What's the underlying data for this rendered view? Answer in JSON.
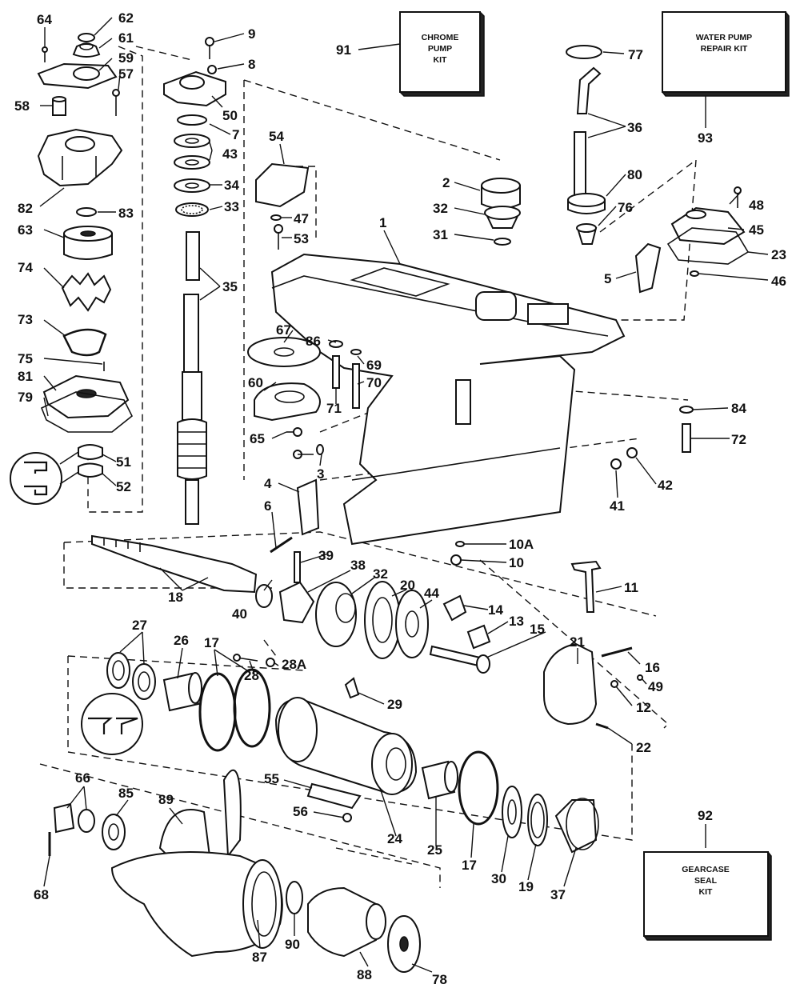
{
  "kits": {
    "chrome_pump": {
      "label_line1": "CHROME",
      "label_line2": "PUMP",
      "label_line3": "KIT",
      "number": "91"
    },
    "water_pump_repair": {
      "label_line1": "WATER PUMP",
      "label_line2": "REPAIR KIT",
      "number": "93"
    },
    "gearcase_seal": {
      "label_line1": "GEARCASE",
      "label_line2": "SEAL",
      "label_line3": "KIT",
      "number": "92"
    }
  },
  "callouts": {
    "c1": "1",
    "c2": "2",
    "c3": "3",
    "c4": "4",
    "c5": "5",
    "c6": "6",
    "c7": "7",
    "c8": "8",
    "c9": "9",
    "c10": "10",
    "c10a": "10A",
    "c11": "11",
    "c12": "12",
    "c13": "13",
    "c14": "14",
    "c15": "15",
    "c16": "16",
    "c17a": "17",
    "c17b": "17",
    "c18": "18",
    "c19": "19",
    "c20": "20",
    "c21": "21",
    "c22": "22",
    "c23": "23",
    "c24": "24",
    "c25": "25",
    "c26": "26",
    "c27": "27",
    "c28": "28",
    "c28a": "28A",
    "c29": "29",
    "c30": "30",
    "c31": "31",
    "c32a": "32",
    "c32b": "32",
    "c33": "33",
    "c34": "34",
    "c35": "35",
    "c36": "36",
    "c37": "37",
    "c38": "38",
    "c39": "39",
    "c40": "40",
    "c41": "41",
    "c42": "42",
    "c43": "43",
    "c44": "44",
    "c45": "45",
    "c46": "46",
    "c47": "47",
    "c48": "48",
    "c49": "49",
    "c50": "50",
    "c51": "51",
    "c52": "52",
    "c53": "53",
    "c54": "54",
    "c55": "55",
    "c56": "56",
    "c57": "57",
    "c58": "58",
    "c59": "59",
    "c60": "60",
    "c61": "61",
    "c62": "62",
    "c63": "63",
    "c64": "64",
    "c65": "65",
    "c66": "66",
    "c67": "67",
    "c68": "68",
    "c69": "69",
    "c70": "70",
    "c71": "71",
    "c72": "72",
    "c73": "73",
    "c74": "74",
    "c75": "75",
    "c76": "76",
    "c77": "77",
    "c78": "78",
    "c79": "79",
    "c80": "80",
    "c81": "81",
    "c82": "82",
    "c83": "83",
    "c84": "84",
    "c85": "85",
    "c86": "86",
    "c87": "87",
    "c88": "88",
    "c89": "89",
    "c90": "90"
  }
}
